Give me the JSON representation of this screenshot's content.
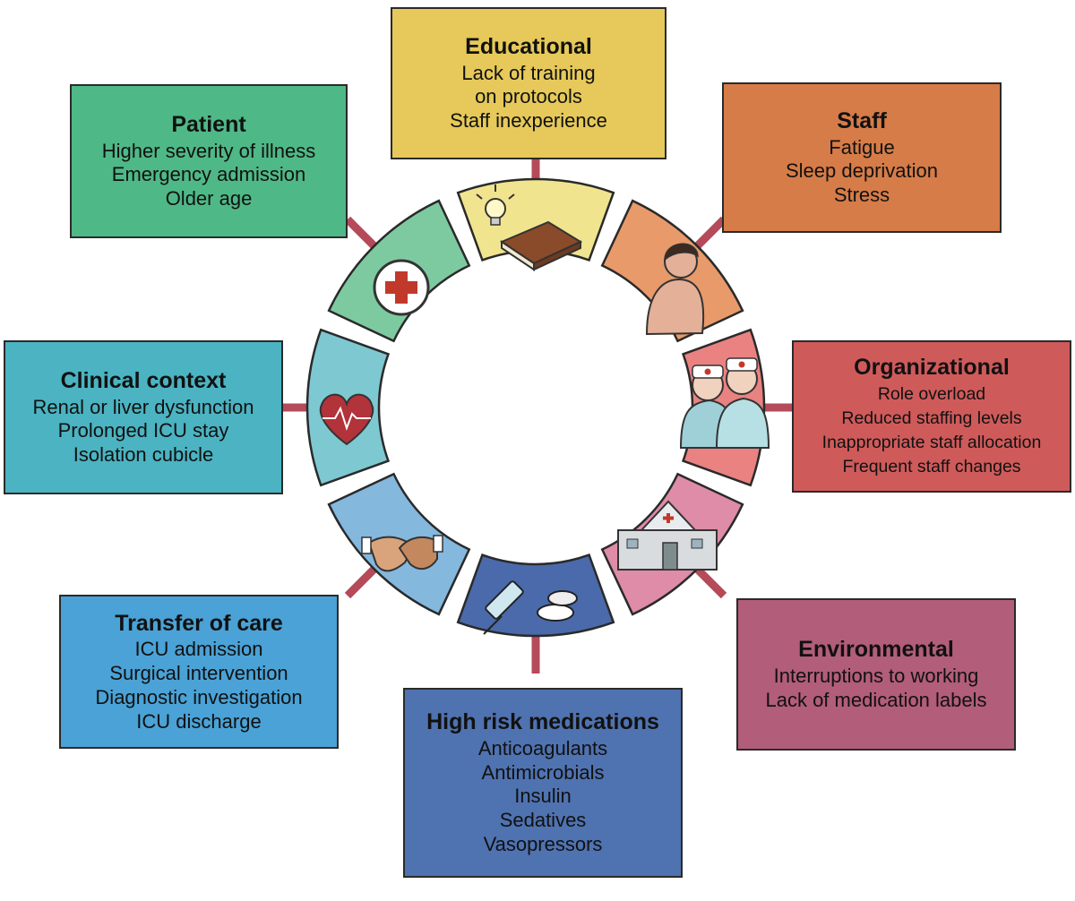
{
  "categories": {
    "educational": {
      "title": "Educational",
      "lines": [
        "Lack of training",
        "on protocols",
        "Staff inexperience"
      ],
      "color": "#e6c95a",
      "segment_color": "#f1e48e",
      "icon": "lightbulb-book-icon"
    },
    "staff": {
      "title": "Staff",
      "lines": [
        "Fatigue",
        "Sleep deprivation",
        "Stress"
      ],
      "color": "#d67c48",
      "segment_color": "#e89a6a",
      "icon": "tired-person-icon"
    },
    "organizational": {
      "title": "Organizational",
      "lines": [
        "Role overload",
        "Reduced staffing levels",
        "Inappropriate staff allocation",
        "Frequent staff changes"
      ],
      "color": "#cf5a5a",
      "segment_color": "#e98281",
      "icon": "medical-staff-icon"
    },
    "environmental": {
      "title": "Environmental",
      "lines": [
        "Interruptions to working",
        "Lack of medication labels"
      ],
      "color": "#b25d7a",
      "segment_color": "#de8ca7",
      "icon": "hospital-building-icon"
    },
    "high_risk_medications": {
      "title": "High risk medications",
      "lines": [
        "Anticoagulants",
        "Antimicrobials",
        "Insulin",
        "Sedatives",
        "Vasopressors"
      ],
      "color": "#4f72b0",
      "segment_color": "#4a6aab",
      "icon": "syringe-pills-icon"
    },
    "transfer_of_care": {
      "title": "Transfer of care",
      "lines": [
        "ICU admission",
        "Surgical intervention",
        "Diagnostic investigation",
        "ICU discharge"
      ],
      "color": "#4aa2d6",
      "segment_color": "#84b8dd",
      "icon": "handshake-icon"
    },
    "clinical_context": {
      "title": "Clinical context",
      "lines": [
        "Renal or liver dysfunction",
        "Prolonged ICU stay",
        "Isolation cubicle"
      ],
      "color": "#4bb3c1",
      "segment_color": "#7ec8d1",
      "icon": "heart-pulse-icon"
    },
    "patient": {
      "title": "Patient",
      "lines": [
        "Higher severity of illness",
        "Emergency admission",
        "Older age"
      ],
      "color": "#4fb887",
      "segment_color": "#7ecaa0",
      "icon": "medical-cross-icon"
    }
  },
  "connector_color": "#b54a5a"
}
